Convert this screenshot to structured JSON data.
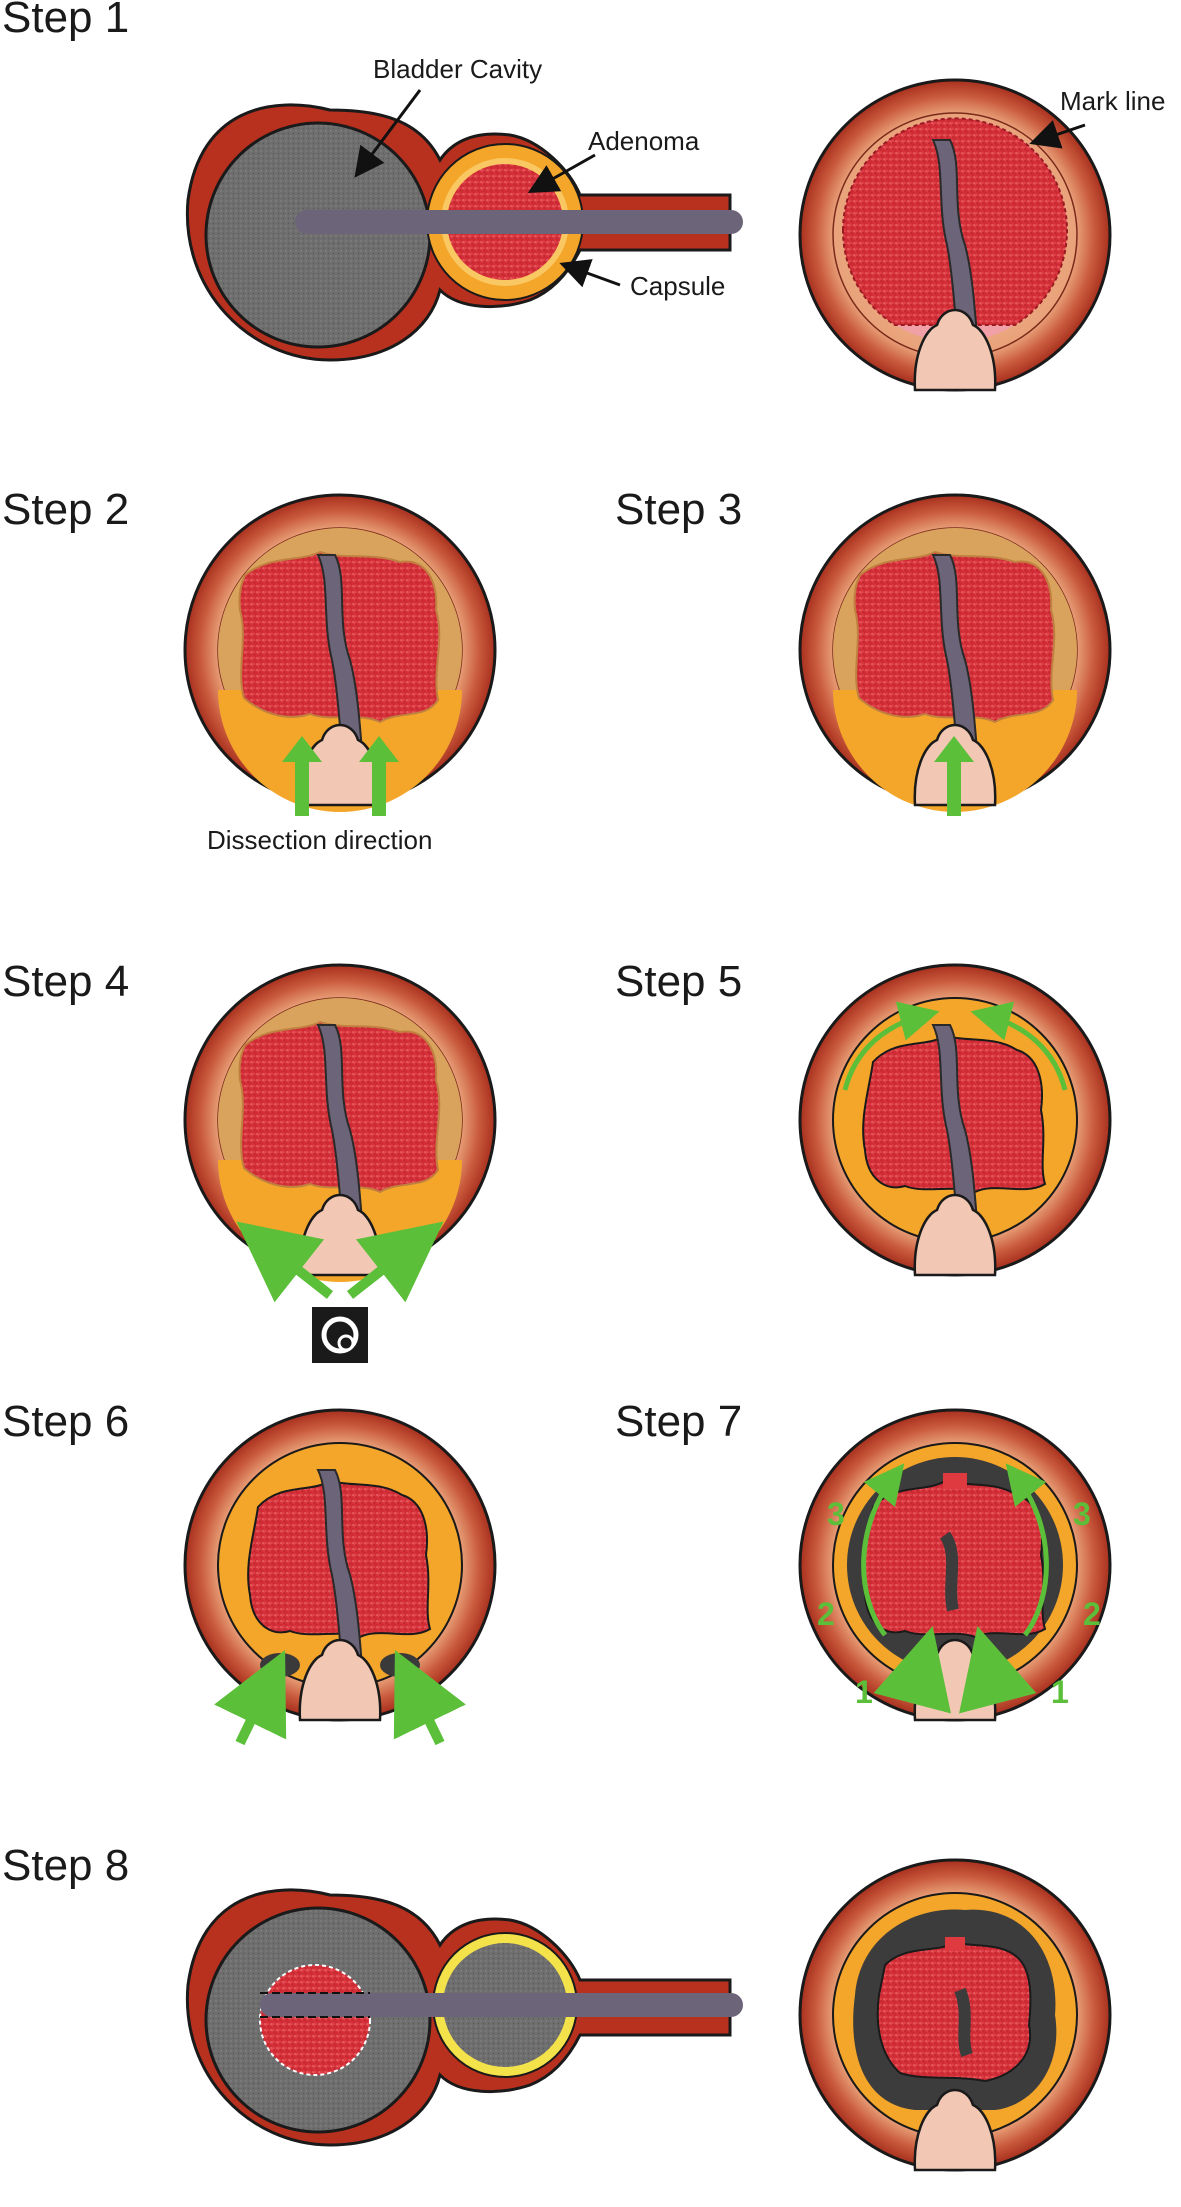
{
  "steps": [
    {
      "label": "Step 1"
    },
    {
      "label": "Step 2"
    },
    {
      "label": "Step 3"
    },
    {
      "label": "Step 4"
    },
    {
      "label": "Step 5"
    },
    {
      "label": "Step 6"
    },
    {
      "label": "Step 7"
    },
    {
      "label": "Step 8"
    }
  ],
  "annotations": {
    "bladder_cavity": "Bladder Cavity",
    "adenoma": "Adenoma",
    "capsule": "Capsule",
    "mark_line": "Mark line",
    "dissection_direction": "Dissection direction"
  },
  "step7_numbers": [
    "3",
    "3",
    "2",
    "2",
    "1",
    "1"
  ],
  "colors": {
    "outer_wall": "#b8301e",
    "capsule": "#f4a62a",
    "adenoma": "#de3a40",
    "cavity": "#6f6f6f",
    "instrument": "#6c6478",
    "verumontanum": "#f2c8b4",
    "arrow": "#5cbf3a",
    "mark_ring": "#f2a0a8"
  },
  "icons": {
    "morcellator": "morcellator-icon"
  }
}
